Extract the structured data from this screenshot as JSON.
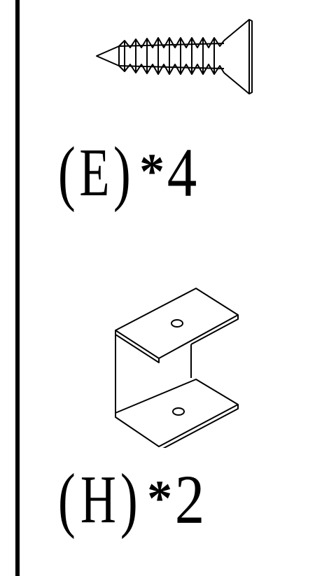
{
  "parts": [
    {
      "letter": "E",
      "paren_open": "(",
      "paren_close": ")",
      "multiplier": "*",
      "quantity": "4",
      "icon": "countersunk-screw-icon"
    },
    {
      "letter": "H",
      "paren_open": "(",
      "paren_close": ")",
      "multiplier": "*",
      "quantity": "2",
      "icon": "u-bracket-icon"
    }
  ],
  "colors": {
    "ink": "#000000",
    "background": "#ffffff"
  }
}
